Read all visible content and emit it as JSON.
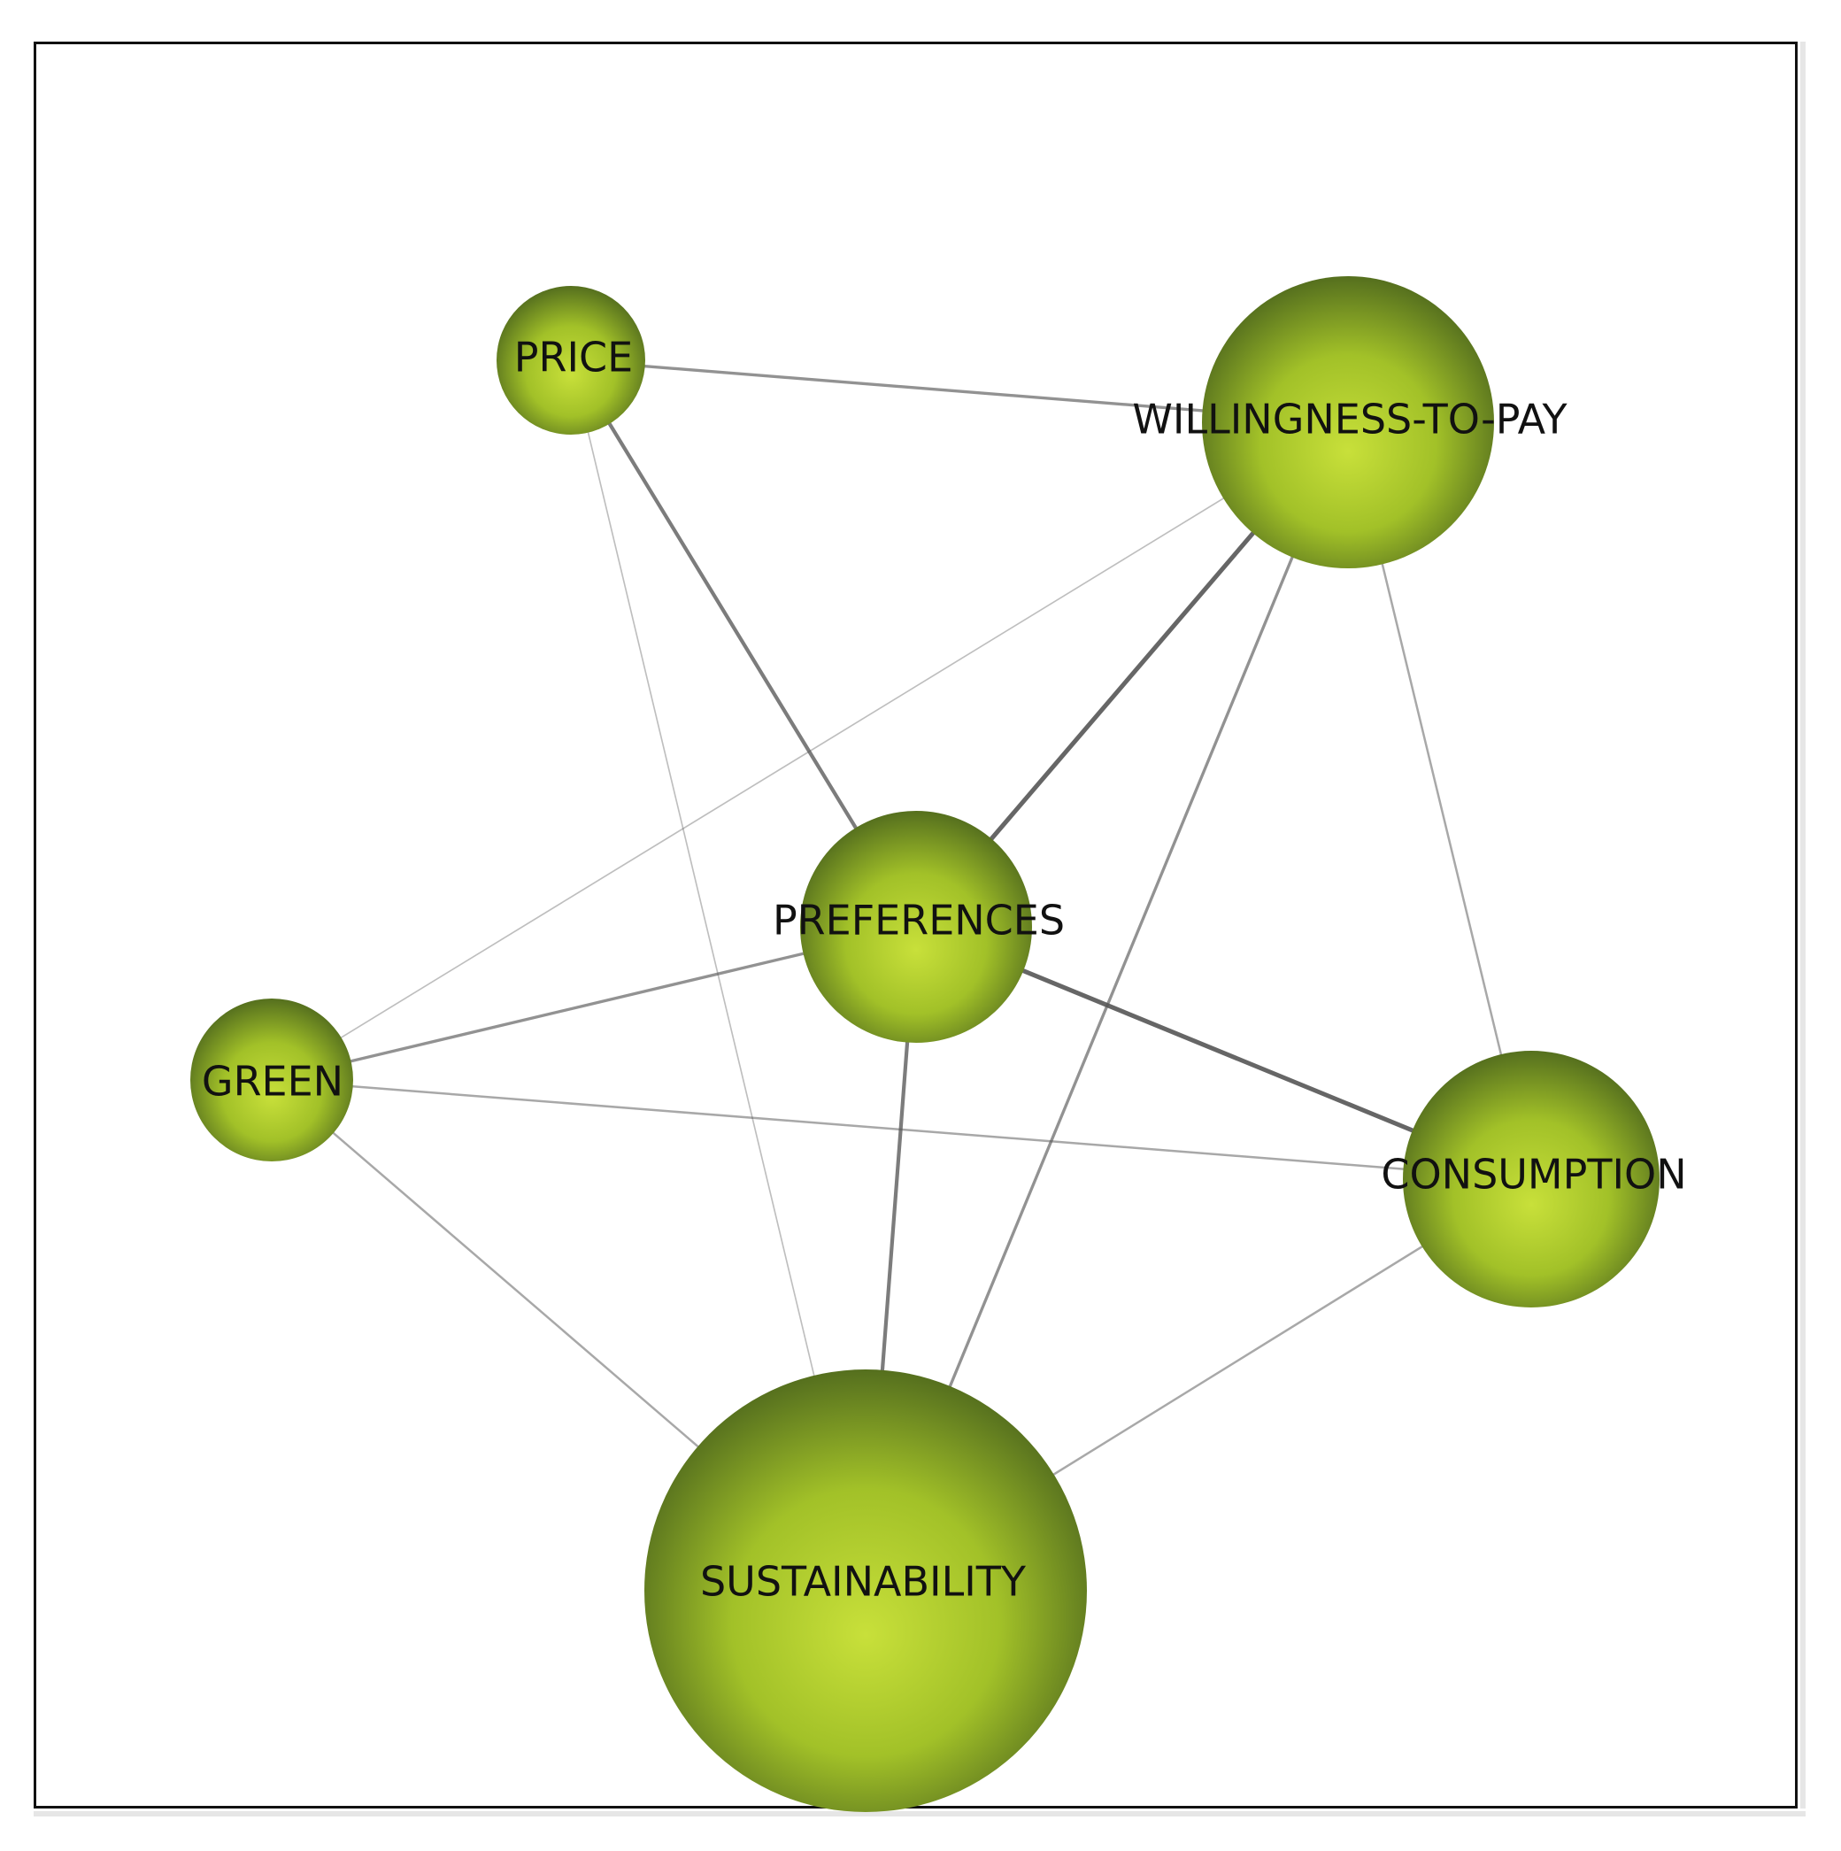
{
  "colors": {
    "node_center": "#c8e03a",
    "node_mid": "#a2c128",
    "node_edge": "#556f1e",
    "edge": "#555555",
    "label": "#111111",
    "frame": "#111111",
    "background": "#ffffff"
  },
  "nodes": [
    {
      "id": "price",
      "label": "PRICE",
      "size": 1.0
    },
    {
      "id": "willingness",
      "label": "WILLINGNESS-TO-PAY",
      "size": 2.0
    },
    {
      "id": "preferences",
      "label": "PREFERENCES",
      "size": 1.6
    },
    {
      "id": "green",
      "label": "GREEN",
      "size": 1.1
    },
    {
      "id": "consumption",
      "label": "CONSUMPTION",
      "size": 1.75
    },
    {
      "id": "sustainability",
      "label": "SUSTAINABILITY",
      "size": 3.0
    }
  ],
  "edges": [
    {
      "source": "price",
      "target": "willingness",
      "weight": 3
    },
    {
      "source": "price",
      "target": "preferences",
      "weight": 4
    },
    {
      "source": "price",
      "target": "sustainability",
      "weight": 1
    },
    {
      "source": "willingness",
      "target": "green",
      "weight": 1
    },
    {
      "source": "willingness",
      "target": "preferences",
      "weight": 5
    },
    {
      "source": "willingness",
      "target": "sustainability",
      "weight": 3
    },
    {
      "source": "willingness",
      "target": "consumption",
      "weight": 2
    },
    {
      "source": "preferences",
      "target": "green",
      "weight": 3
    },
    {
      "source": "preferences",
      "target": "consumption",
      "weight": 5
    },
    {
      "source": "preferences",
      "target": "sustainability",
      "weight": 4
    },
    {
      "source": "green",
      "target": "consumption",
      "weight": 2
    },
    {
      "source": "green",
      "target": "sustainability",
      "weight": 2
    },
    {
      "source": "consumption",
      "target": "sustainability",
      "weight": 2
    }
  ]
}
